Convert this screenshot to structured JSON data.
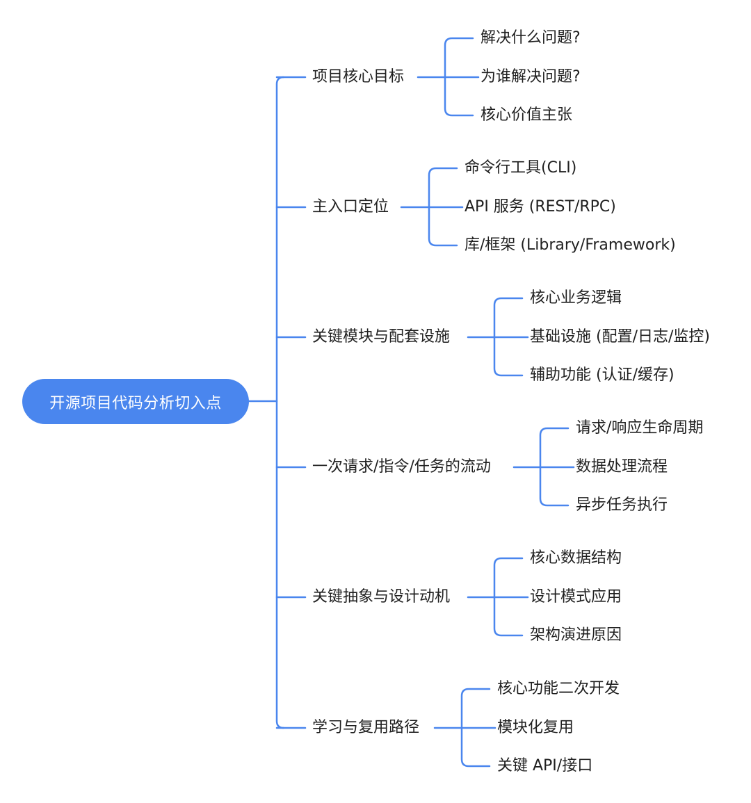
{
  "colors": {
    "accent": "#4a86ee",
    "line": "#4a86ee",
    "text": "#1f1f1f",
    "root_text": "#ffffff",
    "background": "#ffffff"
  },
  "root": {
    "label": "开源项目代码分析切入点"
  },
  "branches": [
    {
      "label": "项目核心目标",
      "children": [
        "解决什么问题?",
        "为谁解决问题?",
        "核心价值主张"
      ]
    },
    {
      "label": "主入口定位",
      "children": [
        "命令行工具(CLI)",
        "API 服务 (REST/RPC)",
        "库/框架 (Library/Framework)"
      ]
    },
    {
      "label": "关键模块与配套设施",
      "children": [
        "核心业务逻辑",
        "基础设施 (配置/日志/监控)",
        "辅助功能 (认证/缓存)"
      ]
    },
    {
      "label": "一次请求/指令/任务的流动",
      "children": [
        "请求/响应生命周期",
        "数据处理流程",
        "异步任务执行"
      ]
    },
    {
      "label": "关键抽象与设计动机",
      "children": [
        "核心数据结构",
        "设计模式应用",
        "架构演进原因"
      ]
    },
    {
      "label": "学习与复用路径",
      "children": [
        "核心功能二次开发",
        "模块化复用",
        "关键 API/接口"
      ]
    }
  ]
}
